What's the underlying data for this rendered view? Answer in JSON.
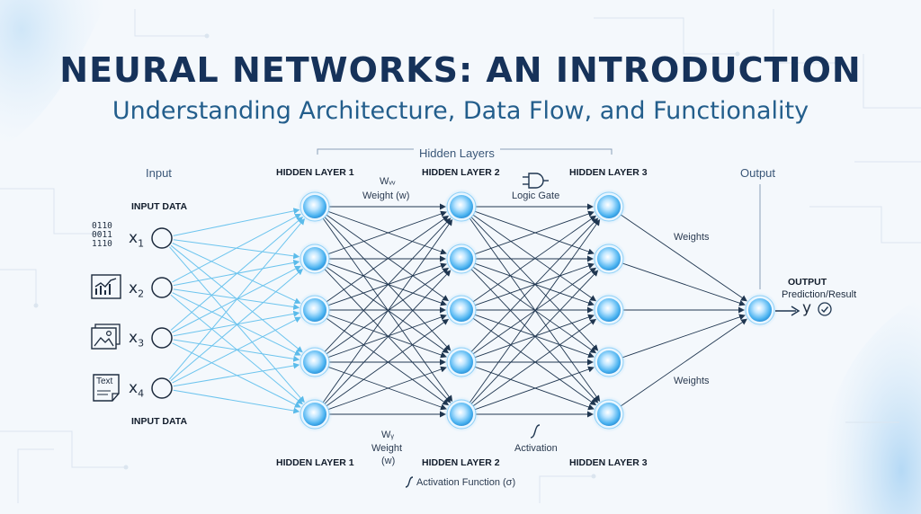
{
  "title": "NEURAL NETWORKS: AN INTRODUCTION",
  "subtitle": "Understanding Architecture, Data Flow, and Functionality",
  "sections": {
    "hidden_layers": "Hidden Layers",
    "input": "Input",
    "output": "Output"
  },
  "input_data_label": "INPUT DATA",
  "binary_text": "0110\n0011\n1110",
  "text_icon_label": "Text",
  "inputs": [
    {
      "name": "x",
      "subscript": "1",
      "icon": "binary-data-icon"
    },
    {
      "name": "x",
      "subscript": "2",
      "icon": "chart-icon"
    },
    {
      "name": "x",
      "subscript": "3",
      "icon": "image-icon"
    },
    {
      "name": "x",
      "subscript": "4",
      "icon": "text-document-icon"
    }
  ],
  "layer_labels": {
    "l1": "HIDDEN LAYER 1",
    "l2": "HIDDEN LAYER 2",
    "l3": "HIDDEN LAYER 3"
  },
  "annotations": {
    "weight_symbol_top": "Wᵥᵥ",
    "weight_top": "Weight (w)",
    "logic_gate": "Logic Gate",
    "weights_upper": "Weights",
    "weights_lower": "Weights",
    "weight_symbol_bottom": "Wᵧ",
    "weight_bottom_line1": "Weight",
    "weight_bottom_line2": "(w)",
    "activation": "Activation",
    "activation_function": "Activation Function (σ)"
  },
  "output": {
    "heading": "OUTPUT",
    "subheading": "Prediction/Result",
    "symbol": "y"
  },
  "colors": {
    "title": "#16325a",
    "subtitle": "#235e8c",
    "node_glow": "#4fb8f5",
    "edge_input": "#6cc4ee",
    "edge_hidden": "#1f3650",
    "background": "#f4f8fc"
  }
}
